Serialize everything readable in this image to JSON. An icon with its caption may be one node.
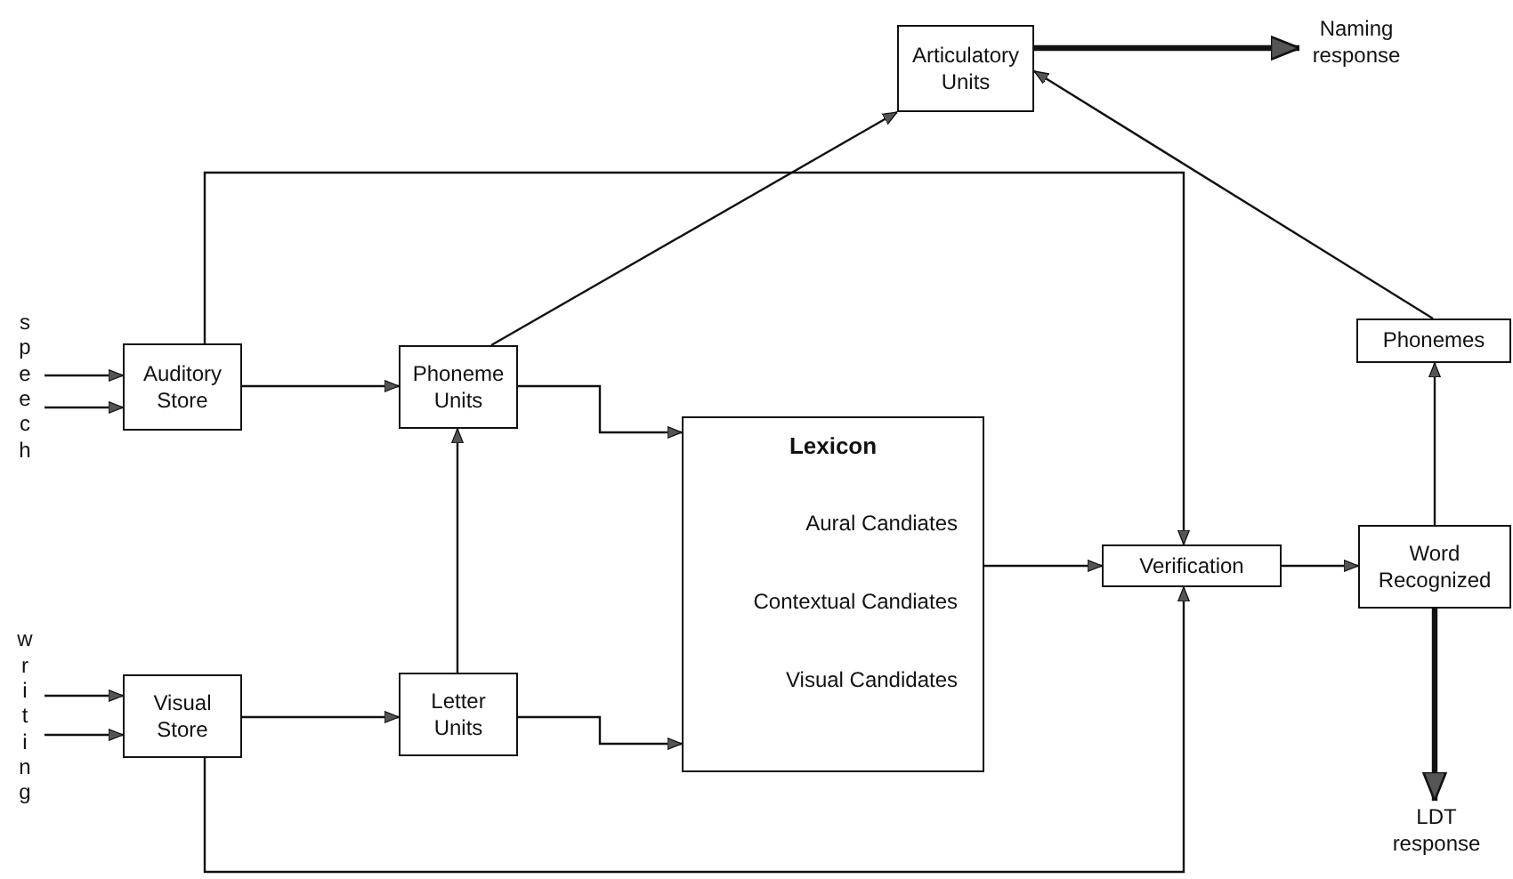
{
  "diagram": {
    "nodes": [
      {
        "text": [
          "speech"
        ]
      },
      {
        "text": [
          "Auditory Store"
        ]
      },
      {
        "text": [
          "Phoneme Units"
        ]
      },
      {
        "text": [
          "Articulatory Units"
        ]
      },
      {
        "text": [
          "Naming response"
        ]
      },
      {
        "text": [
          "Lexicon",
          "Aural Candiates",
          "Contextual Candiates",
          "Visual Candidates"
        ]
      },
      {
        "text": [
          "writing"
        ]
      },
      {
        "text": [
          "Visual Store"
        ]
      },
      {
        "text": [
          "Letter Units"
        ]
      },
      {
        "text": [
          "Verification"
        ]
      },
      {
        "text": [
          "Word Recognized"
        ]
      },
      {
        "text": [
          "Phonemes"
        ]
      },
      {
        "text": [
          "LDT response"
        ]
      }
    ],
    "edges": [
      {
        "from": 0,
        "to": 1,
        "arrow": "to"
      },
      {
        "from": 0,
        "to": 1,
        "arrow": "to"
      },
      {
        "from": 6,
        "to": 7,
        "arrow": "to"
      },
      {
        "from": 6,
        "to": 7,
        "arrow": "to"
      },
      {
        "from": 1,
        "to": 2,
        "arrow": "to"
      },
      {
        "from": 7,
        "to": 8,
        "arrow": "to"
      },
      {
        "from": 8,
        "to": 2,
        "arrow": "to"
      },
      {
        "from": 2,
        "to": 5,
        "arrow": "to"
      },
      {
        "from": 8,
        "to": 5,
        "arrow": "to"
      },
      {
        "from": 2,
        "to": 3,
        "arrow": "to"
      },
      {
        "from": 1,
        "to": 9,
        "arrow": "to"
      },
      {
        "from": 7,
        "to": 9,
        "arrow": "to"
      },
      {
        "from": 5,
        "to": 9,
        "arrow": "to"
      },
      {
        "from": 9,
        "to": 10,
        "arrow": "to"
      },
      {
        "from": 10,
        "to": 11,
        "arrow": "to"
      },
      {
        "from": 11,
        "to": 3,
        "arrow": "to"
      },
      {
        "from": 3,
        "to": 4,
        "arrow": "to",
        "style": "thick"
      },
      {
        "from": 10,
        "to": 12,
        "arrow": "to",
        "style": "thick"
      }
    ]
  }
}
